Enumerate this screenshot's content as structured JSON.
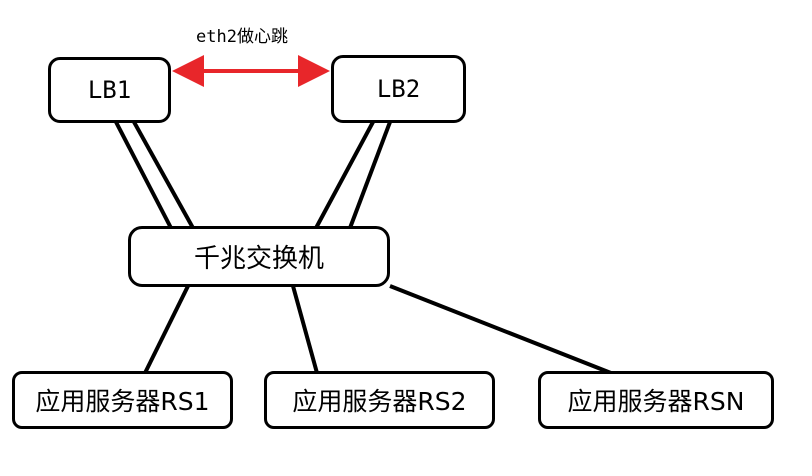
{
  "heartbeat": {
    "label": "eth2做心跳",
    "color": "#e8262a"
  },
  "nodes": {
    "lb1": "LB1",
    "lb2": "LB2",
    "switch": "千兆交换机",
    "rs1": "应用服务器RS1",
    "rs2": "应用服务器RS2",
    "rsn": "应用服务器RSN"
  },
  "colors": {
    "line": "#000000",
    "border": "#000000",
    "background": "#ffffff"
  }
}
